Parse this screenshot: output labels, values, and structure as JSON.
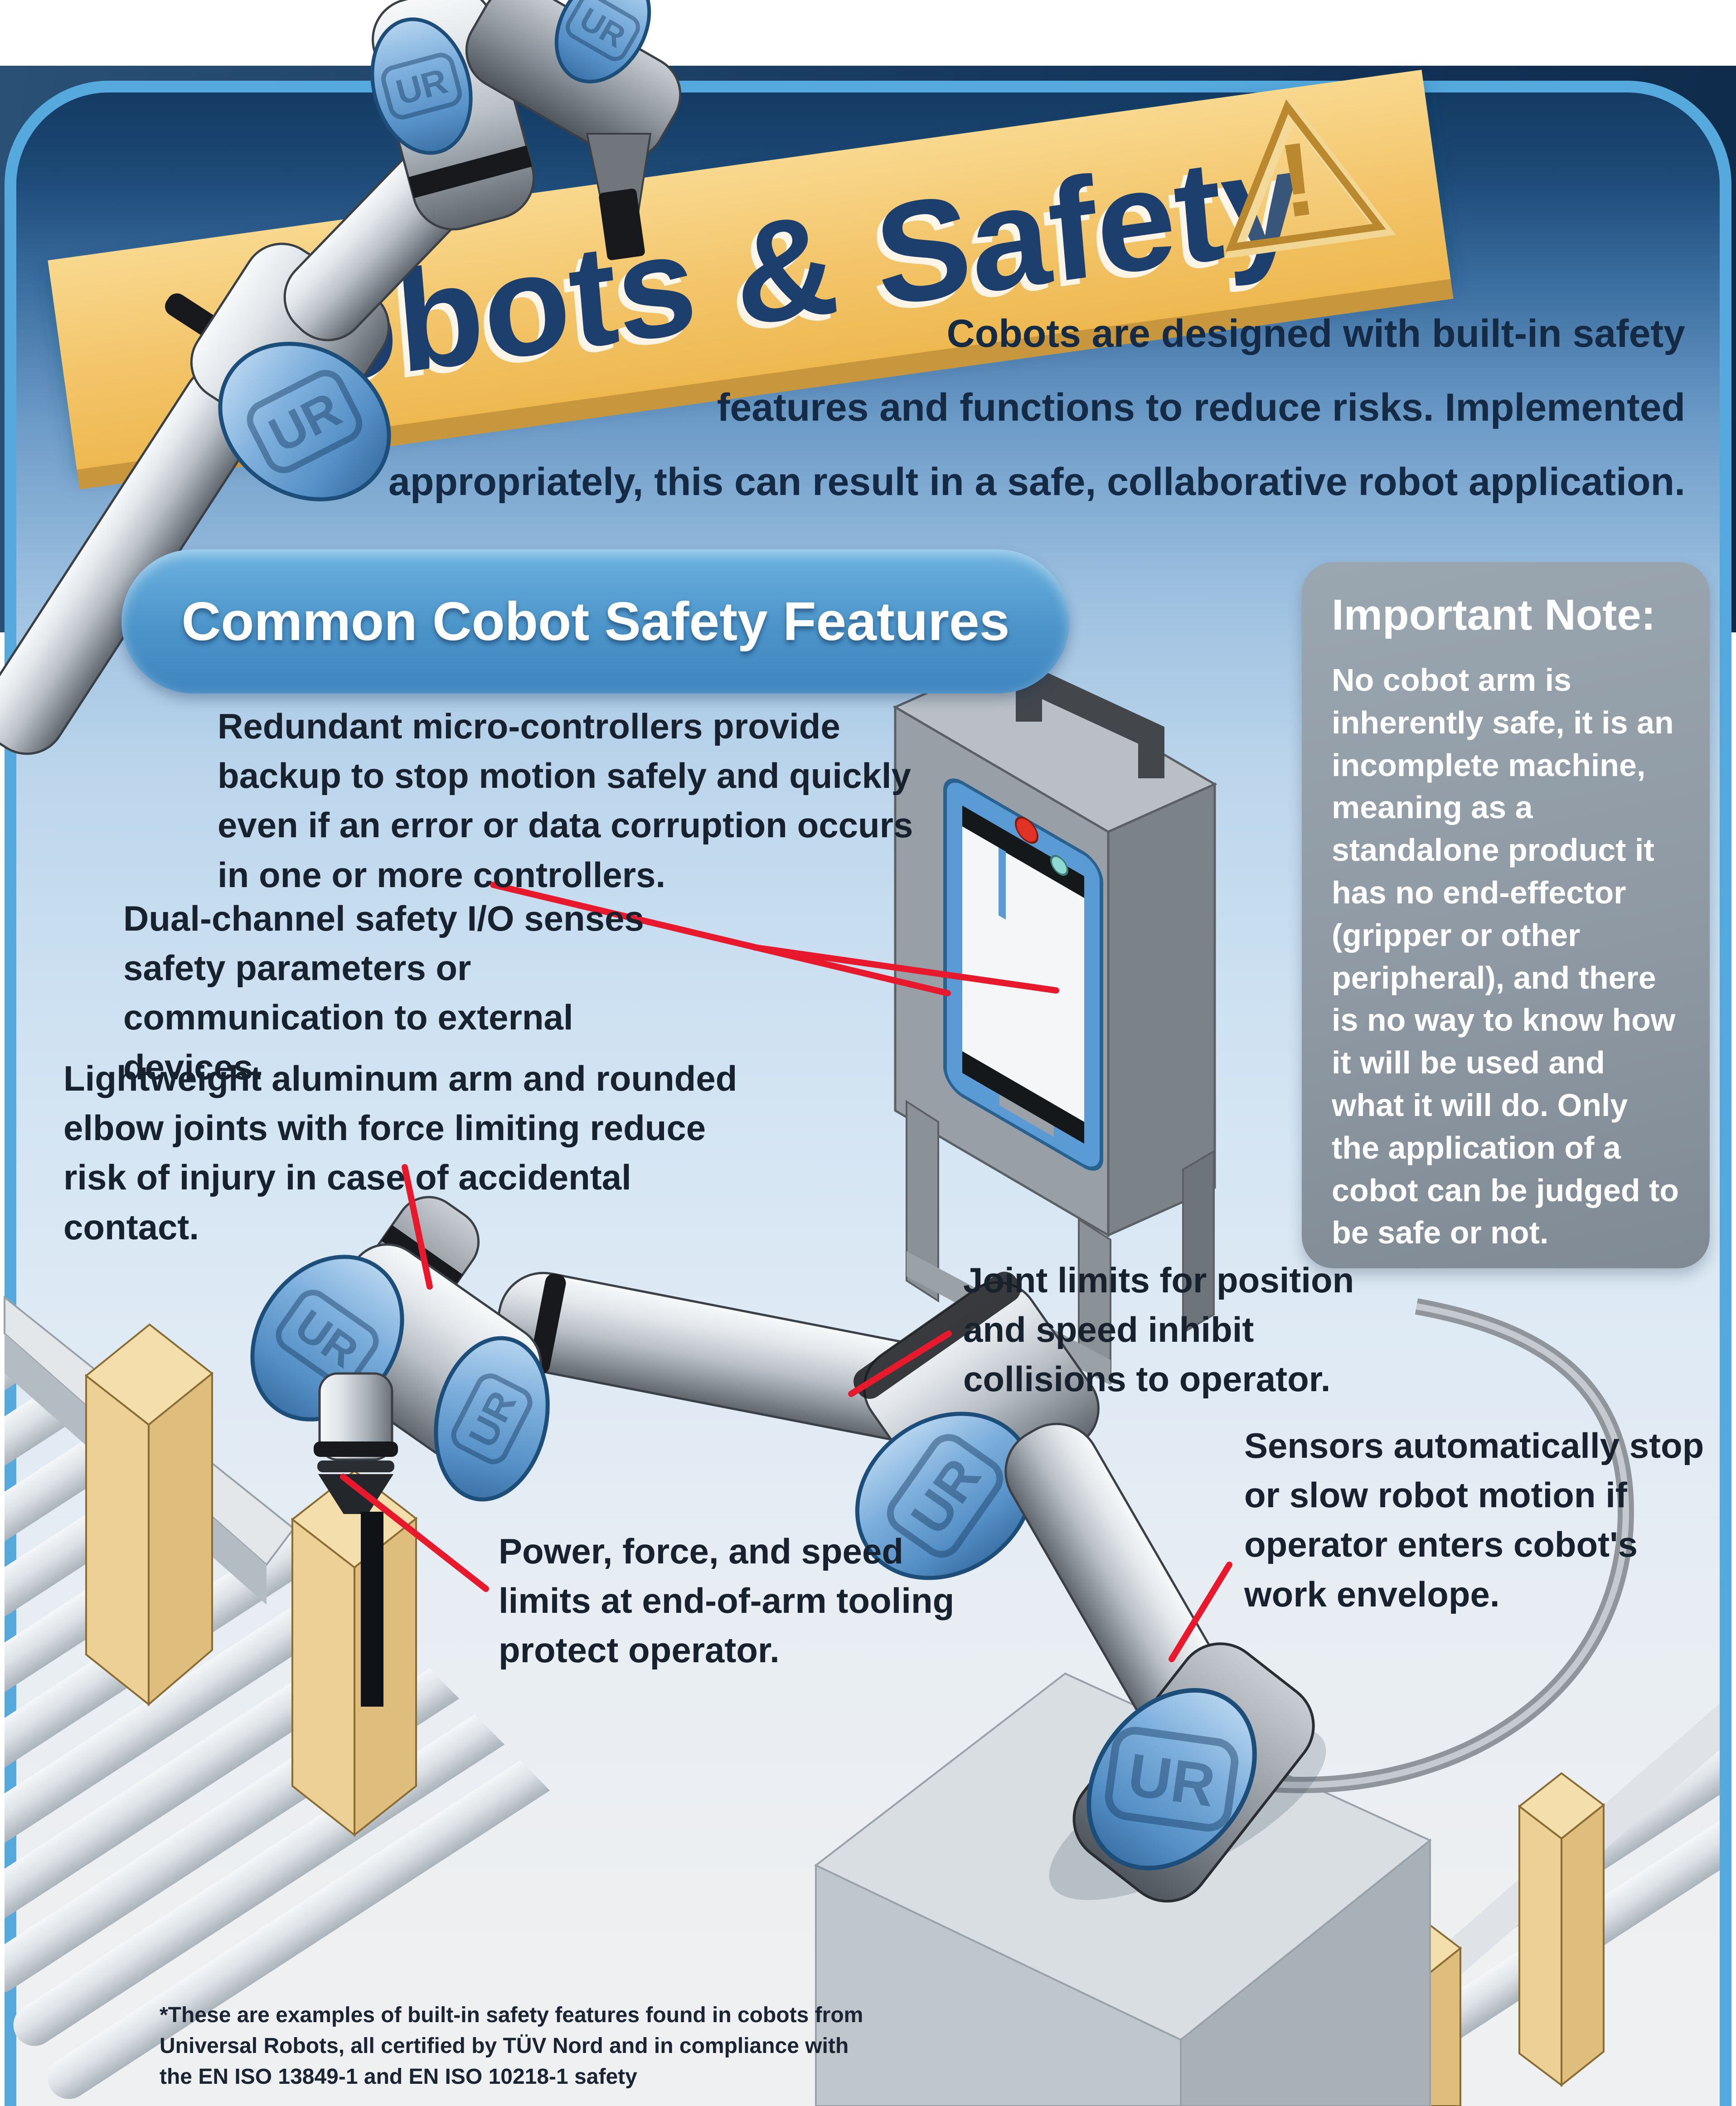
{
  "banner": {
    "title": "Cobots & Safety",
    "warning_glyph": "!"
  },
  "intro": {
    "lines": [
      "Cobots are designed with built-in safety",
      "features and functions to reduce risks. Implemented",
      "appropriately, this can result in a safe, collaborative robot application."
    ]
  },
  "section_header": {
    "label": "Common Cobot Safety Features"
  },
  "important_note": {
    "heading": "Important Note:",
    "body": "No cobot arm is inherently safe, it is an incomplete machine, meaning as a standalone product it has no end-effector (gripper or other peripheral), and there is no way to know how it will be used and what it will do. Only the application of a cobot can be judged to be safe or not."
  },
  "callouts": [
    {
      "id": "redundant-controllers",
      "text": "Redundant micro-controllers provide backup to stop motion safely and quickly even if an error or data corruption occurs in one or more controllers."
    },
    {
      "id": "dual-channel-io",
      "text": "Dual-channel safety I/O senses safety parameters or communication to external devices."
    },
    {
      "id": "lightweight-arm",
      "text": "Lightweight aluminum arm and rounded elbow joints with force limiting reduce risk of injury in case of accidental contact."
    },
    {
      "id": "joint-limits",
      "text": "Joint limits for position and speed inhibit collisions to operator."
    },
    {
      "id": "sensors",
      "text": "Sensors automatically stop or slow robot motion if operator enters cobot's work envelope."
    },
    {
      "id": "power-force-speed",
      "text": "Power, force, and speed limits at end-of-arm tooling protect operator."
    }
  ],
  "footnote": {
    "text": "*These are examples of built-in safety features found in cobots from Universal Robots, all certified by TÜV Nord and in compliance with the EN ISO 13849-1 and EN ISO 10218-1 safety"
  },
  "colors": {
    "banner_yellow": "#f3c469",
    "banner_edge": "#c8963c",
    "navy_background": "#16385e",
    "panel_border": "#55a9dd",
    "pill_blue": "#4b94c9",
    "note_gray": "#8e99a3",
    "leader_red": "#e8192c",
    "text_dark": "#18222f",
    "robot_blue": "#6fa8dc",
    "robot_silver": "#c9ccd1",
    "box_tan": "#ecd096",
    "roller_gray": "#d3d9df"
  }
}
